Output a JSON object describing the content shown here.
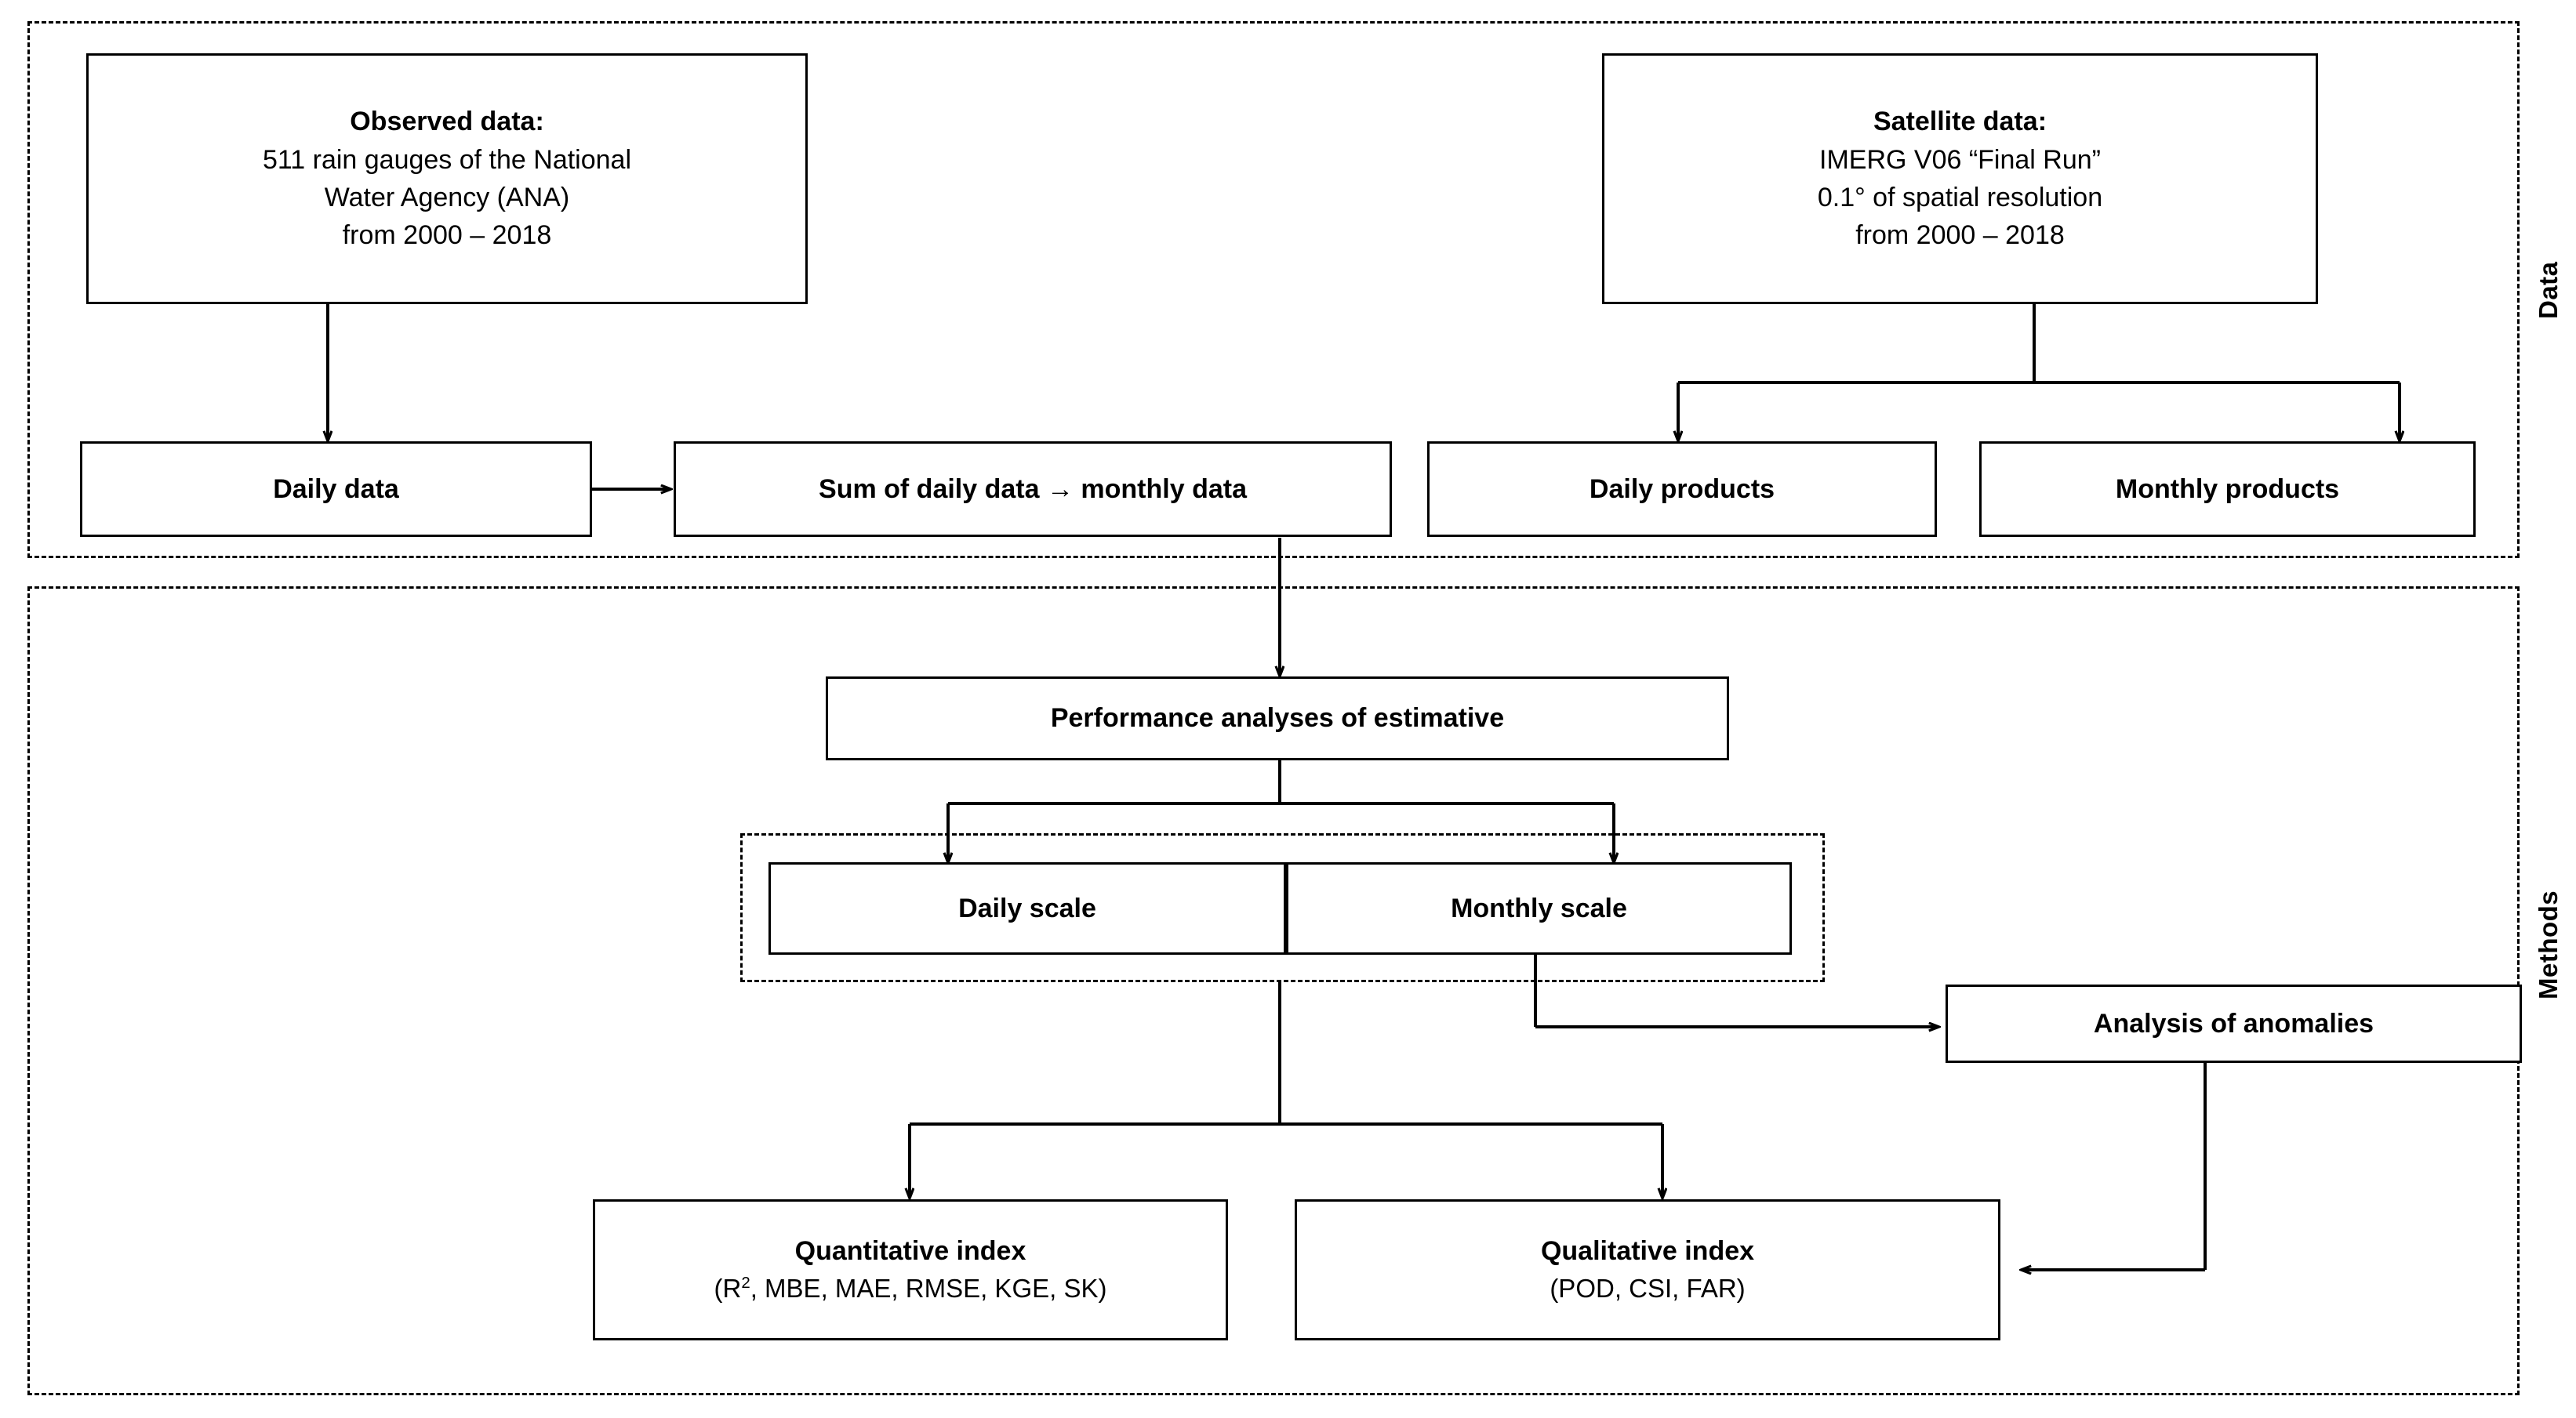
{
  "figure": {
    "type": "flowchart",
    "groups": [
      {
        "id": "data",
        "label": "Data"
      },
      {
        "id": "methods",
        "label": "Methods"
      }
    ]
  },
  "nodes": {
    "observed_data": {
      "lines": [
        "Observed data:",
        "511 rain gauges of the National",
        "Water Agency (ANA)",
        "from 2000 – 2018"
      ]
    },
    "satellite_data": {
      "lines": [
        "Satellite data:",
        "IMERG V06 “Final Run”",
        "0.1° of spatial resolution",
        "from 2000 – 2018"
      ]
    },
    "daily_data": {
      "label": "Daily data"
    },
    "sum_daily": {
      "label": "Sum of daily data → monthly data"
    },
    "daily_products": {
      "label": "Daily products"
    },
    "monthly_products": {
      "label": "Monthly products"
    },
    "performance": {
      "label": "Performance analyses of estimative"
    },
    "daily_scale": {
      "label": "Daily scale"
    },
    "monthly_scale": {
      "label": "Monthly scale"
    },
    "anomalies": {
      "label": "Analysis of anomalies"
    },
    "quantitative_index": {
      "title": "Quantitative index",
      "detail_prefix": "(R",
      "detail_sup": "2",
      "detail_rest": ", MBE, MAE, RMSE, KGE, SK)"
    },
    "qualitative_index": {
      "title": "Qualitative index",
      "detail": "(POD, CSI, FAR)"
    }
  },
  "colors": {
    "stroke": "#000000",
    "background": "#ffffff"
  }
}
